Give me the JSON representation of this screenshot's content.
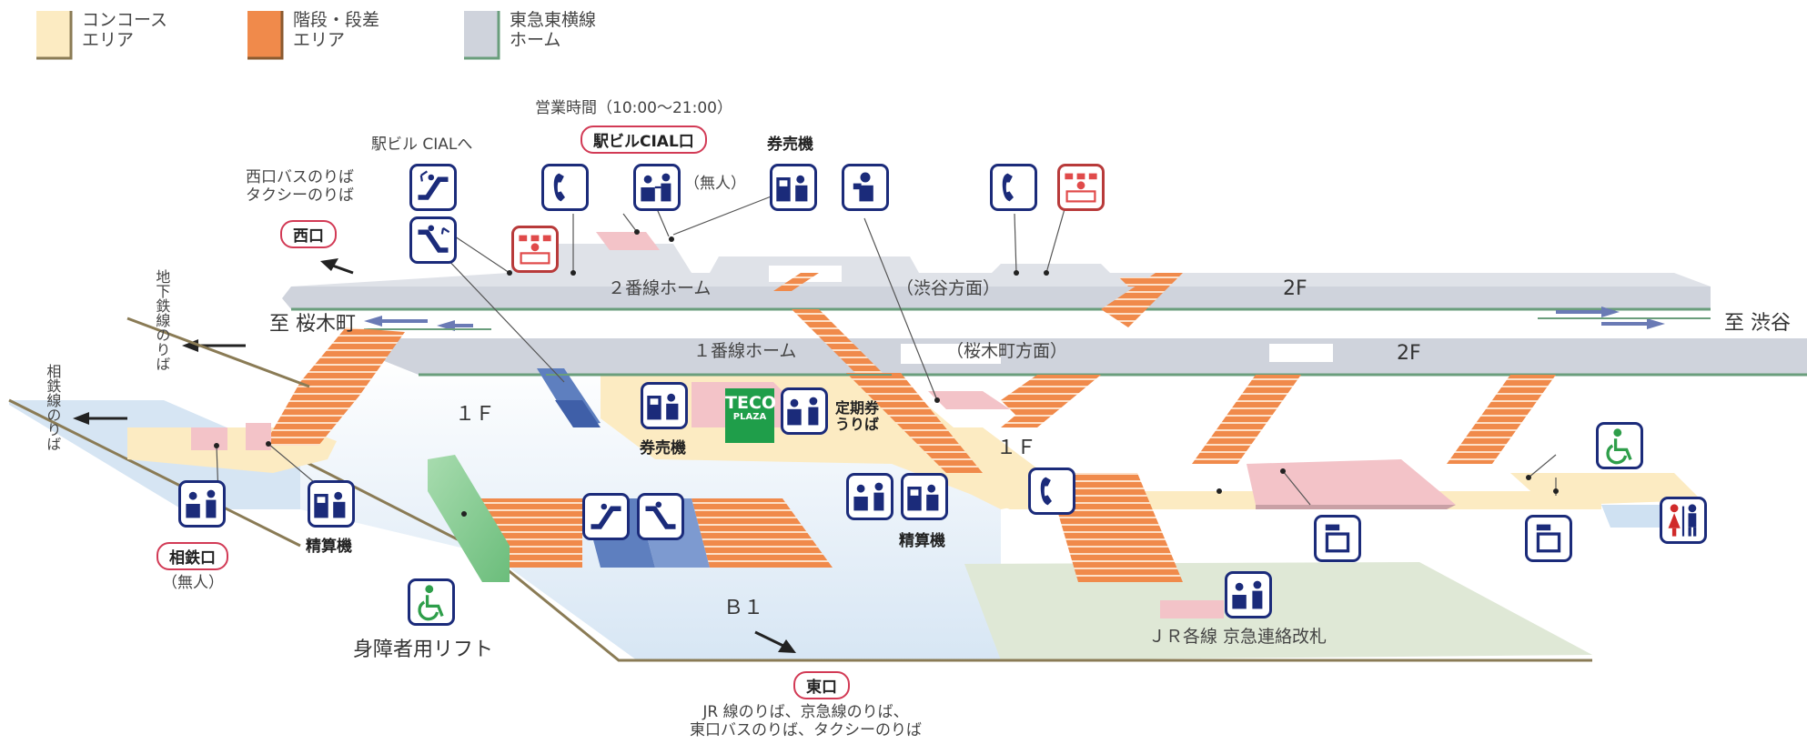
{
  "legend": [
    {
      "label_line1": "コンコース",
      "label_line2": "エリア",
      "color": "#fcebc2"
    },
    {
      "label_line1": "階段・段差",
      "label_line2": "エリア",
      "color": "#f08a4b"
    },
    {
      "label_line1": "東急東横線",
      "label_line2": "ホーム",
      "color": "#cfd3dc"
    }
  ],
  "colors": {
    "concourse": "#fcebc2",
    "stairs": "#f08a4b",
    "platform": "#cfd3dc",
    "b1_area": "#e3edf7",
    "jr_area": "#dfe8d6",
    "pink": "#f3c3c8",
    "frame": "#1b2b7a",
    "exit_border": "#d23a55",
    "teco_green": "#1f9e4a"
  },
  "labels": {
    "hours": "営業時間（10:00〜21:00）",
    "station_bldg_exit": "駅ビルCIAL口",
    "to_cial": "駅ビル CIALへ",
    "ticket_machine_top": "券売機",
    "unmanned_top": "（無人）",
    "west_bus": "西口バスのりば",
    "west_taxi": "タクシーのりば",
    "west_exit": "西口",
    "platform2": "２番線ホーム",
    "dir_shibuya": "（渋谷方面）",
    "floor_2f_upper": "2F",
    "to_sakuragicho": "至 桜木町",
    "to_shibuya": "至 渋谷",
    "platform1": "１番線ホーム",
    "dir_sakuragicho": "（桜木町方面）",
    "floor_2f_lower": "2F",
    "subway_label": "地下鉄線のりば",
    "sotetsu_label": "相鉄線のりば",
    "floor_1f_left": "１Ｆ",
    "floor_1f_mid": "１Ｆ",
    "ticket_machine_mid": "券売機",
    "teco_line1": "TECO",
    "teco_line2": "PLAZA",
    "commuter_line1": "定期券",
    "commuter_line2": "うりば",
    "fare_adjust_left": "精算機",
    "fare_adjust_mid": "精算機",
    "sotetsu_exit": "相鉄口",
    "unmanned_left": "（無人）",
    "floor_b1": "Ｂ１",
    "lift_label": "身障者用リフト",
    "jr_gate": "ＪＲ各線 京急連絡改札",
    "east_exit": "東口",
    "east_info_1": "JR 線のりば、京急線のりば、",
    "east_info_2": "東口バスのりば、タクシーのりば"
  }
}
